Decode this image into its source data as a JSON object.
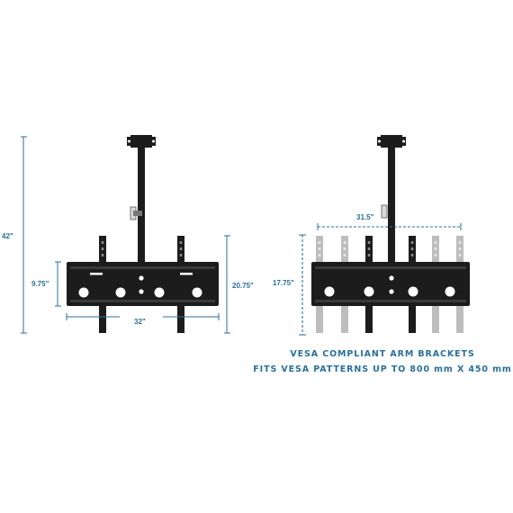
{
  "colors": {
    "dimension": "#2a6f9a",
    "caption": "#2a6f9a",
    "mount": "#1c1c1c",
    "faded_arm": "#bdbdbd"
  },
  "left_view": {
    "height_total": "42\"",
    "height_plate": "9.75\"",
    "height_arms": "20.75\"",
    "width_plate": "32\""
  },
  "right_view": {
    "width_range": "31.5\"",
    "height_range": "17.75\""
  },
  "caption": {
    "line1": "VESA COMPLIANT ARM BRACKETS",
    "line2": "FITS VESA PATTERNS UP TO 800 mm X 450 mm"
  }
}
